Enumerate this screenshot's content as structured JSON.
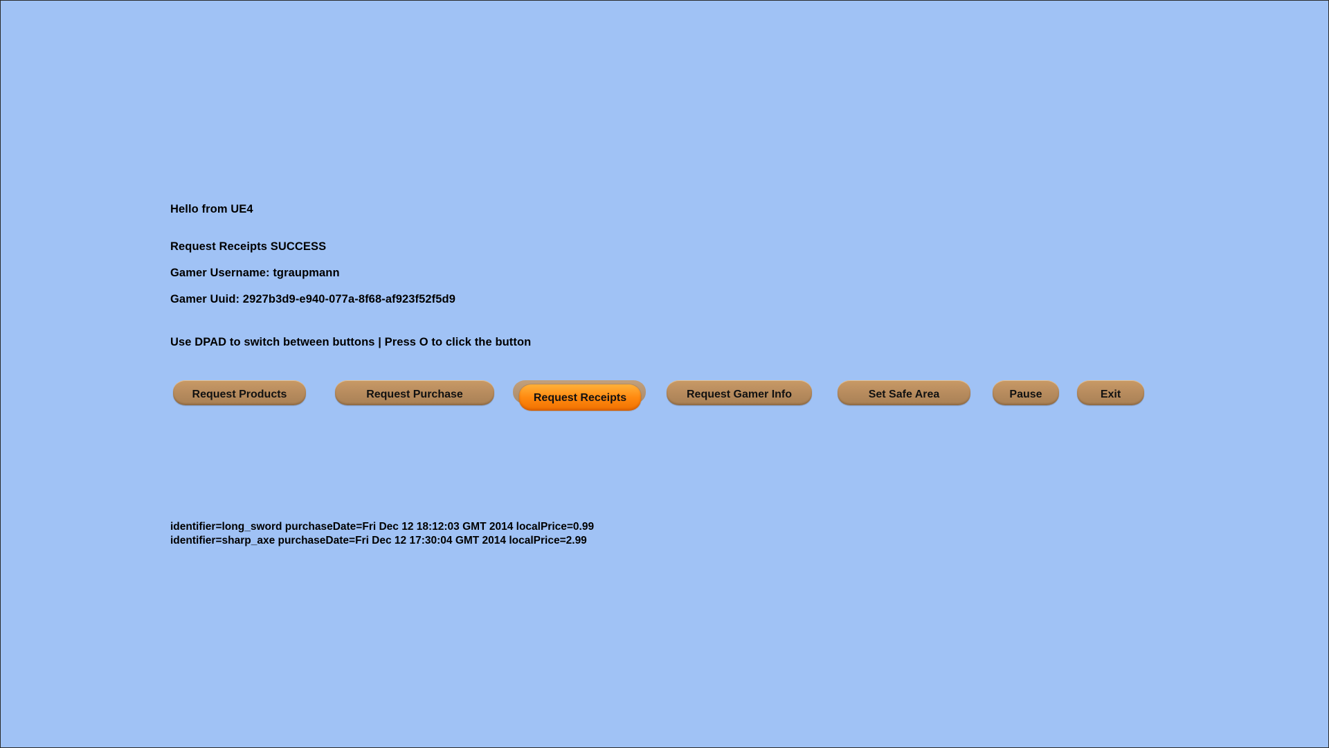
{
  "messages": {
    "hello": "Hello from UE4",
    "status": "Request Receipts SUCCESS",
    "username": "Gamer Username: tgraupmann",
    "uuid": "Gamer Uuid: 2927b3d9-e940-077a-8f68-af923f52f5d9",
    "hint": "Use DPAD to switch between buttons | Press O to click the button"
  },
  "buttons": [
    {
      "label": "Request Products"
    },
    {
      "label": "Request Purchase"
    },
    {
      "label": "Request Receipts",
      "selected": true
    },
    {
      "label": "Request Gamer Info"
    },
    {
      "label": "Set Safe Area"
    },
    {
      "label": "Pause"
    },
    {
      "label": "Exit"
    }
  ],
  "receipts": [
    "identifier=long_sword purchaseDate=Fri Dec 12 18:12:03 GMT 2014 localPrice=0.99",
    "identifier=sharp_axe purchaseDate=Fri Dec 12 17:30:04 GMT 2014 localPrice=2.99"
  ],
  "colors": {
    "background": "#a0c2f5",
    "button": "#b98d5f",
    "button_selected": "#ff8a10"
  }
}
